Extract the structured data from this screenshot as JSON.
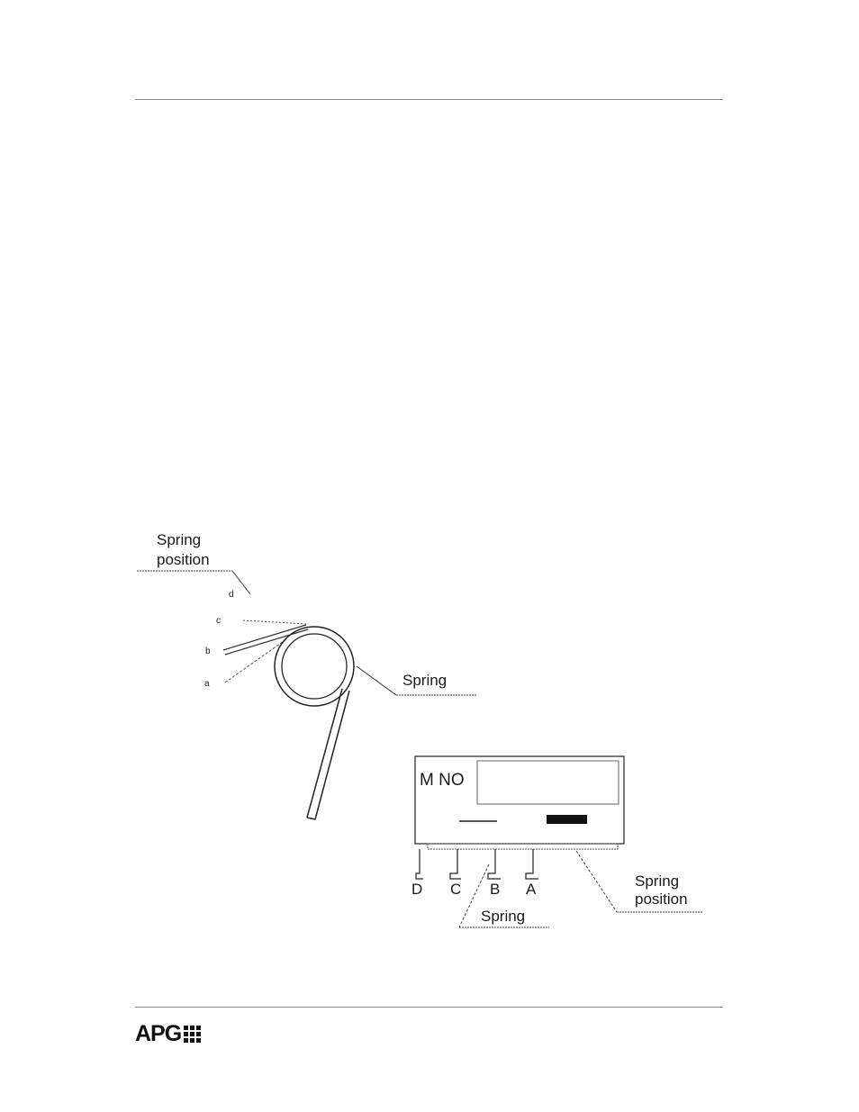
{
  "logo": {
    "text": "APG",
    "icon": "grid-icon"
  },
  "wheel_view": {
    "position_label_line1": "Spring",
    "position_label_line2": "position",
    "spring_label": "Spring",
    "positions": [
      "d",
      "c",
      "b",
      "a"
    ]
  },
  "module_view": {
    "model_label": "M NO",
    "terminals": [
      "D",
      "C",
      "B",
      "A"
    ],
    "spring_label": "Spring",
    "position_label_line1": "Spring",
    "position_label_line2": "position"
  }
}
